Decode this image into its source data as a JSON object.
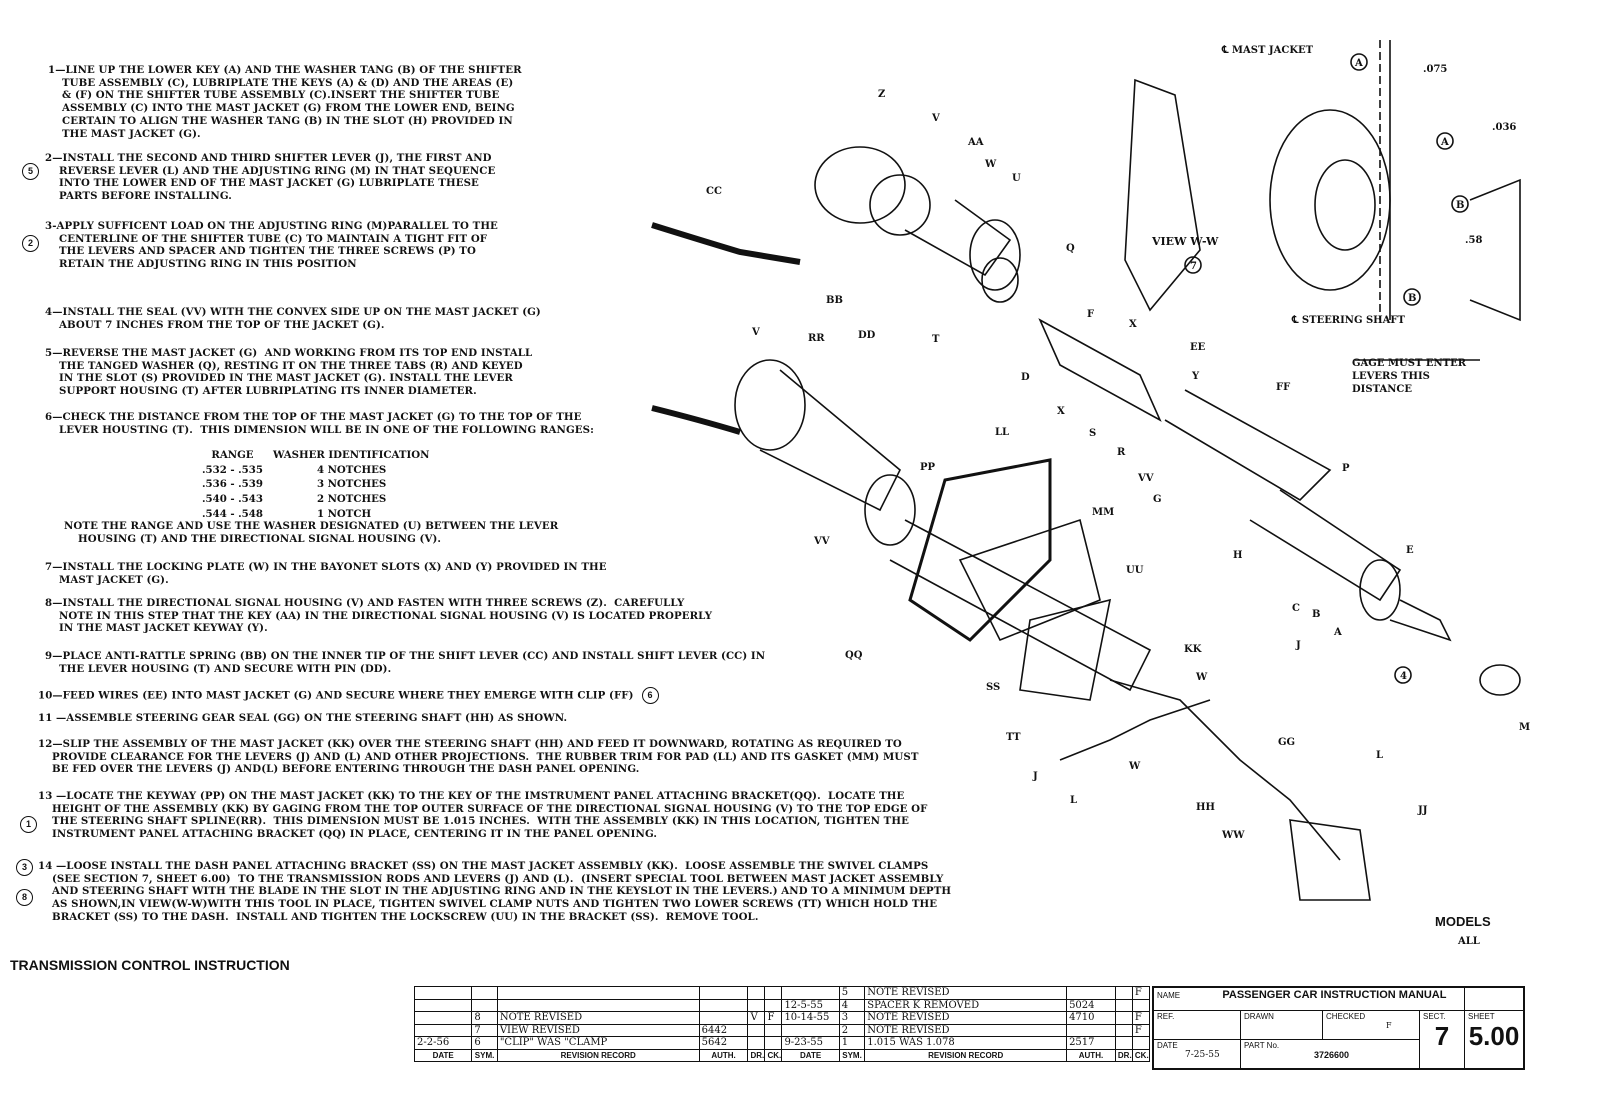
{
  "steps": [
    {
      "lines": [
        "1—LINE UP THE LOWER KEY (A) AND THE WASHER TANG (B) OF THE SHIFTER",
        "TUBE ASSEMBLY (C), LUBRIPLATE THE KEYS (A) & (D) AND THE AREAS (E)",
        "& (F) ON THE SHIFTER TUBE ASSEMBLY (C).INSERT THE SHIFTER TUBE",
        "ASSEMBLY (C) INTO THE MAST JACKET (G) FROM THE LOWER END, BEING",
        "CERTAIN TO ALIGN THE WASHER TANG (B) IN THE SLOT (H) PROVIDED IN",
        "THE MAST JACKET (G)."
      ]
    },
    {
      "lines": [
        "2—INSTALL THE SECOND AND THIRD SHIFTER LEVER (J), THE FIRST AND",
        "REVERSE LEVER (L) AND THE ADJUSTING RING (M) IN THAT SEQUENCE",
        "INTO THE LOWER END OF THE MAST JACKET (G) LUBRIPLATE THESE",
        "PARTS BEFORE INSTALLING."
      ],
      "circle": "5"
    },
    {
      "lines": [
        "3-APPLY SUFFICENT LOAD ON THE ADJUSTING RING (M)PARALLEL TO THE",
        "CENTERLINE OF THE SHIFTER TUBE (C) TO MAINTAIN A TIGHT FIT OF",
        "THE LEVERS AND SPACER AND TIGHTEN THE THREE SCREWS (P) TO",
        "RETAIN THE ADJUSTING RING IN THIS POSITION"
      ],
      "circle": "2"
    },
    {
      "lines": [
        "4—INSTALL THE SEAL (VV) WITH THE CONVEX SIDE UP ON THE MAST JACKET (G)",
        "ABOUT 7 INCHES FROM THE TOP OF THE JACKET (G)."
      ]
    },
    {
      "lines": [
        "5—REVERSE THE MAST JACKET (G)  AND WORKING FROM ITS TOP END INSTALL",
        "THE TANGED WASHER (Q), RESTING IT ON THE THREE TABS (R) AND KEYED",
        "IN THE SLOT (S) PROVIDED IN THE MAST JACKET (G). INSTALL THE LEVER",
        "SUPPORT HOUSING (T) AFTER LUBRIPLATING ITS INNER DIAMETER."
      ]
    },
    {
      "lines": [
        "6—CHECK THE DISTANCE FROM THE TOP OF THE MAST JACKET (G) TO THE TOP OF THE",
        "LEVER HOUSTING (T).  THIS DIMENSION WILL BE IN ONE OF THE FOLLOWING RANGES:"
      ]
    },
    {
      "lines": [
        "NOTE THE RANGE AND USE THE WASHER DESIGNATED (U) BETWEEN THE LEVER",
        "HOUSING (T) AND THE DIRECTIONAL SIGNAL HOUSING (V)."
      ]
    },
    {
      "lines": [
        "7—INSTALL THE LOCKING PLATE (W) IN THE BAYONET SLOTS (X) AND (Y) PROVIDED IN THE",
        "MAST JACKET (G)."
      ]
    },
    {
      "lines": [
        "8—INSTALL THE DIRECTIONAL SIGNAL HOUSING (V) AND FASTEN WITH THREE SCREWS (Z).  CAREFULLY",
        "NOTE IN THIS STEP THAT THE KEY (AA) IN THE DIRECTIONAL SIGNAL HOUSING (V) IS LOCATED PROPERLY",
        "IN THE MAST JACKET KEYWAY (Y)."
      ]
    },
    {
      "lines": [
        "9—PLACE ANTI-RATTLE SPRING (BB) ON THE INNER TIP OF THE SHIFT LEVER (CC) AND INSTALL SHIFT LEVER (CC) IN",
        "THE LEVER HOUSING (T) AND SECURE WITH PIN (DD)."
      ]
    },
    {
      "lines": [
        "10—FEED WIRES (EE) INTO MAST JACKET (G) AND SECURE WHERE THEY EMERGE WITH CLIP (FF)"
      ],
      "circle": "6"
    },
    {
      "lines": [
        "11 —ASSEMBLE STEERING GEAR SEAL (GG) ON THE STEERING SHAFT (HH) AS SHOWN."
      ]
    },
    {
      "lines": [
        "12—SLIP THE ASSEMBLY OF THE MAST JACKET (KK) OVER THE STEERING SHAFT (HH) AND FEED IT DOWNWARD, ROTATING AS REQUIRED TO",
        "PROVIDE CLEARANCE FOR THE LEVERS (J) AND (L) AND OTHER PROJECTIONS.  THE RUBBER TRIM FOR PAD (LL) AND ITS GASKET (MM) MUST",
        "BE FED OVER THE LEVERS (J) AND(L) BEFORE ENTERING THROUGH THE DASH PANEL OPENING."
      ]
    },
    {
      "lines": [
        "13 —LOCATE THE KEYWAY (PP) ON THE MAST JACKET (KK) TO THE KEY OF THE IMSTRUMENT PANEL ATTACHING BRACKET(QQ).  LOCATE THE",
        "HEIGHT OF THE ASSEMBLY (KK) BY GAGING FROM THE TOP OUTER SURFACE OF THE DIRECTIONAL SIGNAL HOUSING (V) TO THE TOP EDGE OF",
        "THE STEERING SHAFT SPLINE(RR).  THIS DIMENSION MUST BE 1.015 INCHES.  WITH THE ASSEMBLY (KK) IN THIS LOCATION, TIGHTEN THE",
        "INSTRUMENT PANEL ATTACHING BRACKET (QQ) IN PLACE, CENTERING IT IN THE PANEL OPENING."
      ],
      "circle": "1"
    },
    {
      "lines": [
        "14 —LOOSE INSTALL THE DASH PANEL ATTACHING BRACKET (SS) ON THE MAST JACKET ASSEMBLY (KK).  LOOSE ASSEMBLE THE SWIVEL CLAMPS",
        "(SEE SECTION 7, SHEET 6.00)  TO THE TRANSMISSION RODS AND LEVERS (J) AND (L).  (INSERT SPECIAL TOOL BETWEEN MAST JACKET ASSEMBLY",
        "AND STEERING SHAFT WITH THE BLADE IN THE SLOT IN THE ADJUSTING RING AND IN THE KEYSLOT IN THE LEVERS.) AND TO A MINIMUM DEPTH",
        "AS SHOWN,IN VIEW(W-W)WITH THIS TOOL IN PLACE, TIGHTEN SWIVEL CLAMP NUTS AND TIGHTEN TWO LOWER SCREWS (TT) WHICH HOLD THE",
        "BRACKET (SS) TO THE DASH.  INSTALL AND TIGHTEN THE LOCKSCREW (UU) IN THE BRACKET (SS).  REMOVE TOOL."
      ],
      "circle": "3",
      "circle2": "8"
    }
  ],
  "washer_table": {
    "headers": [
      "RANGE",
      "WASHER IDENTIFICATION"
    ],
    "rows": [
      [
        ".532 - .535",
        "4 NOTCHES"
      ],
      [
        ".536 - .539",
        "3 NOTCHES"
      ],
      [
        ".540 - .543",
        "2 NOTCHES"
      ],
      [
        ".544 - .548",
        "1 NOTCH"
      ]
    ]
  },
  "title": "TRANSMISSION CONTROL INSTRUCTION",
  "diagram": {
    "labels": [
      "Z",
      "V",
      "AA",
      "W",
      "U",
      "CC",
      "Q",
      "BB",
      "DD",
      "T",
      "F",
      "X",
      "EE",
      "Y",
      "D",
      "X",
      "S",
      "R",
      "FF",
      "VV",
      "G",
      "V",
      "RR",
      "LL",
      "PP",
      "MM",
      "VV",
      "UU",
      "QQ",
      "P",
      "E",
      "H",
      "C",
      "B",
      "A",
      "J",
      "SS",
      "KK",
      "W",
      "TT",
      "J",
      "L",
      "W",
      "GG",
      "HH",
      "WW",
      "JJ",
      "M",
      "L"
    ],
    "circles": [
      "4",
      "7"
    ],
    "view_label": "VIEW W-W",
    "mast_jacket": "℄ MAST JACKET",
    "steering_shaft": "℄ STEERING SHAFT",
    "dims": [
      ".075",
      ".036",
      ".58"
    ],
    "callouts": [
      "A",
      "A",
      "B",
      "B"
    ],
    "gage_note": [
      "GAGE MUST ENTER",
      "LEVERS THIS",
      "DISTANCE"
    ],
    "models": "MODELS",
    "models_sub": "ALL"
  },
  "revisions_left": [
    {
      "date": "",
      "sym": "",
      "record": "",
      "auth": "",
      "dr": "",
      "ck": ""
    },
    {
      "date": "",
      "sym": "",
      "record": "",
      "auth": "",
      "dr": "",
      "ck": ""
    },
    {
      "date": "",
      "sym": "8",
      "record": "NOTE REVISED",
      "auth": "",
      "dr": "V",
      "ck": "F"
    },
    {
      "date": "",
      "sym": "7",
      "record": "VIEW REVISED",
      "auth": "6442",
      "dr": "",
      "ck": ""
    },
    {
      "date": "2-2-56",
      "sym": "6",
      "record": "\"CLIP\" WAS \"CLAMP",
      "auth": "5642",
      "dr": "",
      "ck": ""
    }
  ],
  "revisions_right": [
    {
      "date": "",
      "sym": "5",
      "record": "NOTE REVISED",
      "auth": "",
      "dr": "",
      "ck": "F"
    },
    {
      "date": "12-5-55",
      "sym": "4",
      "record": "SPACER K REMOVED",
      "auth": "5024",
      "dr": "",
      "ck": ""
    },
    {
      "date": "10-14-55",
      "sym": "3",
      "record": "NOTE REVISED",
      "auth": "4710",
      "dr": "",
      "ck": "F"
    },
    {
      "date": "",
      "sym": "2",
      "record": "NOTE REVISED",
      "auth": "",
      "dr": "",
      "ck": "F"
    },
    {
      "date": "9-23-55",
      "sym": "1",
      "record": "1.015 WAS 1.078",
      "auth": "2517",
      "dr": "",
      "ck": ""
    }
  ],
  "rev_headers": [
    "DATE",
    "SYM.",
    "REVISION RECORD",
    "AUTH.",
    "DR.",
    "CK."
  ],
  "title_block": {
    "name_label": "NAME",
    "name": "PASSENGER CAR INSTRUCTION MANUAL",
    "ref_label": "REF.",
    "drawn_label": "DRAWN",
    "checked_label": "CHECKED",
    "checked_value": "F",
    "sect_label": "SECT.",
    "sect": "7",
    "sheet_label": "SHEET",
    "sheet": "5.00",
    "date_label": "DATE",
    "date": "7-25-55",
    "part_label": "PART No.",
    "part": "3726600"
  }
}
